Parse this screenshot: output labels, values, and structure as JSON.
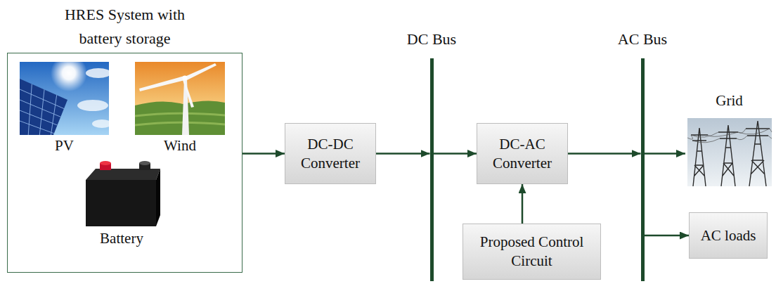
{
  "diagram": {
    "nodes": [
      {
        "text": [
          "HRES System with battery storage"
        ]
      },
      {
        "text": [
          "PV"
        ],
        "in": 0
      },
      {
        "text": [
          "Wind"
        ],
        "in": 0
      },
      {
        "text": [
          "Battery"
        ],
        "in": 0
      },
      {
        "text": [
          "DC-DC Converter"
        ]
      },
      {
        "text": [
          "DC Bus"
        ]
      },
      {
        "text": [
          "DC-AC Converter"
        ]
      },
      {
        "text": [
          "Proposed Control Circuit"
        ]
      },
      {
        "text": [
          "AC Bus"
        ]
      },
      {
        "text": [
          "Grid"
        ]
      },
      {
        "text": [
          "AC loads"
        ]
      }
    ],
    "edges": [
      {
        "from": 0,
        "to": 4,
        "arrow": "to"
      },
      {
        "from": 4,
        "to": 5,
        "arrow": "to"
      },
      {
        "from": 5,
        "to": 6,
        "arrow": "to"
      },
      {
        "from": 7,
        "to": 6,
        "arrow": "to"
      },
      {
        "from": 6,
        "to": 8,
        "arrow": "to"
      },
      {
        "from": 8,
        "to": 9,
        "arrow": "to"
      },
      {
        "from": 8,
        "to": 10,
        "arrow": "to"
      }
    ]
  }
}
